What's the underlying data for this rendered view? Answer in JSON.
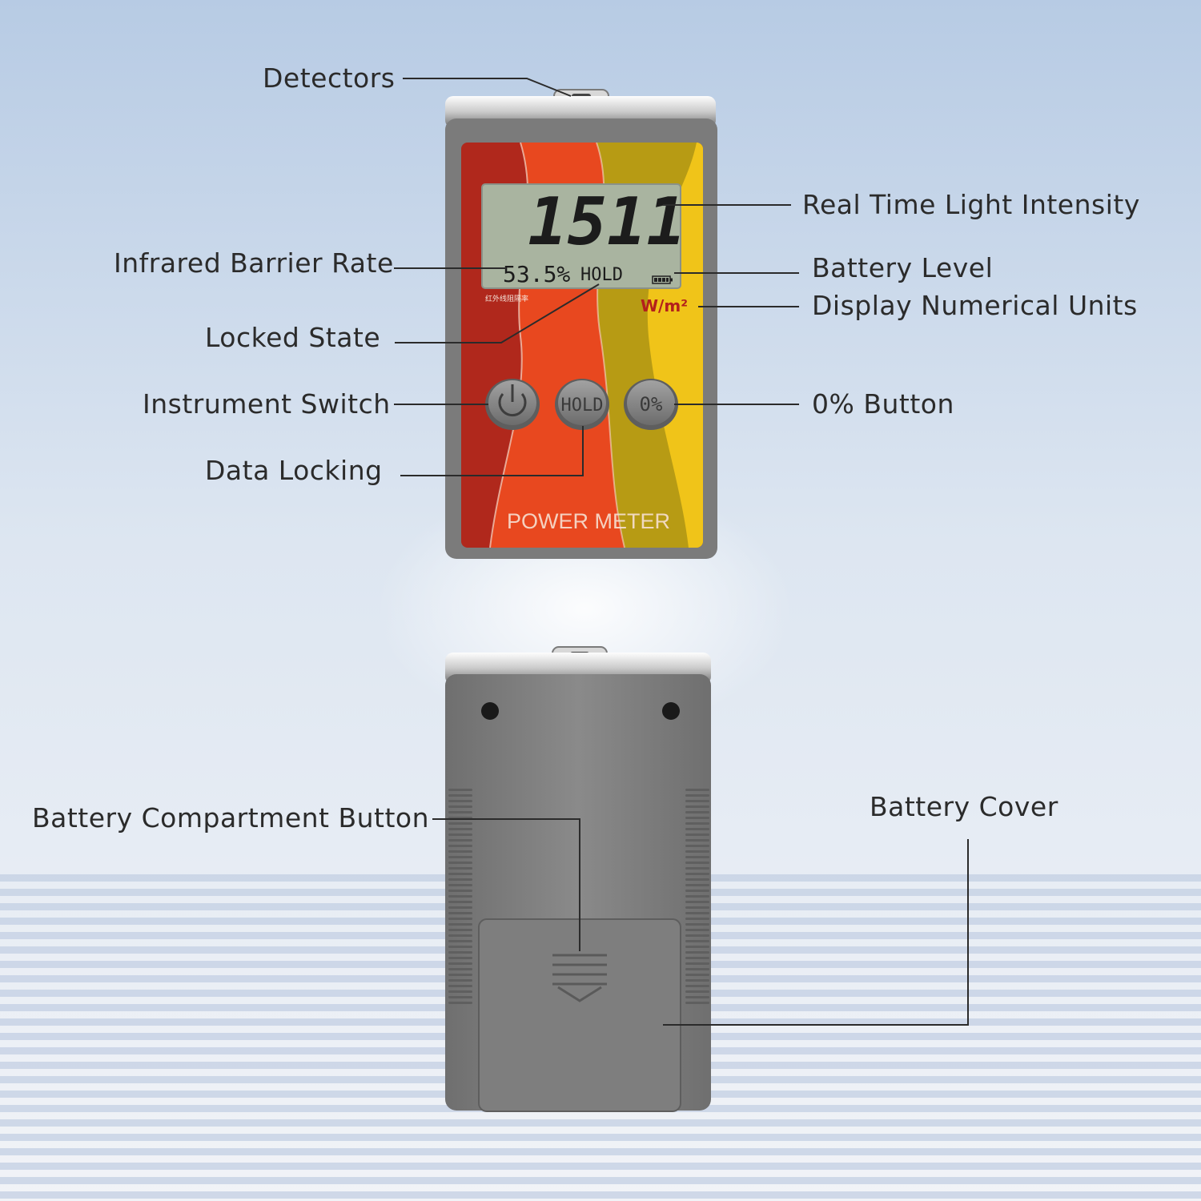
{
  "colors": {
    "background_top": "#b9cde6",
    "background_bottom": "#eef1f6",
    "stripe": "#c3cfe3",
    "device_gray": "#7b7b7b",
    "panel_red": "#b0281c",
    "panel_orange": "#e8481f",
    "panel_yellow": "#f0c419",
    "lcd": "#a9b4a0"
  },
  "device_front": {
    "lcd_main_value": "1511",
    "lcd_percent_value": "53.5%",
    "lcd_hold_text": "HOLD",
    "panel_chinese_label": "红外线阻隔率",
    "unit_text": "W/m²",
    "brand_text": "POWER METER",
    "buttons": {
      "power_icon": "power-icon",
      "hold_label": "HOLD",
      "zero_label": "0%"
    }
  },
  "callouts": {
    "detectors": "Detectors",
    "real_time_light_intensity": "Real Time Light Intensity",
    "infrared_barrier_rate": "Infrared Barrier Rate",
    "battery_level": "Battery Level",
    "display_numerical_units": "Display Numerical Units",
    "locked_state": "Locked State",
    "instrument_switch": "Instrument Switch",
    "zero_button": "0% Button",
    "data_locking": "Data Locking",
    "battery_compartment_button": "Battery Compartment Button",
    "battery_cover": "Battery Cover"
  }
}
